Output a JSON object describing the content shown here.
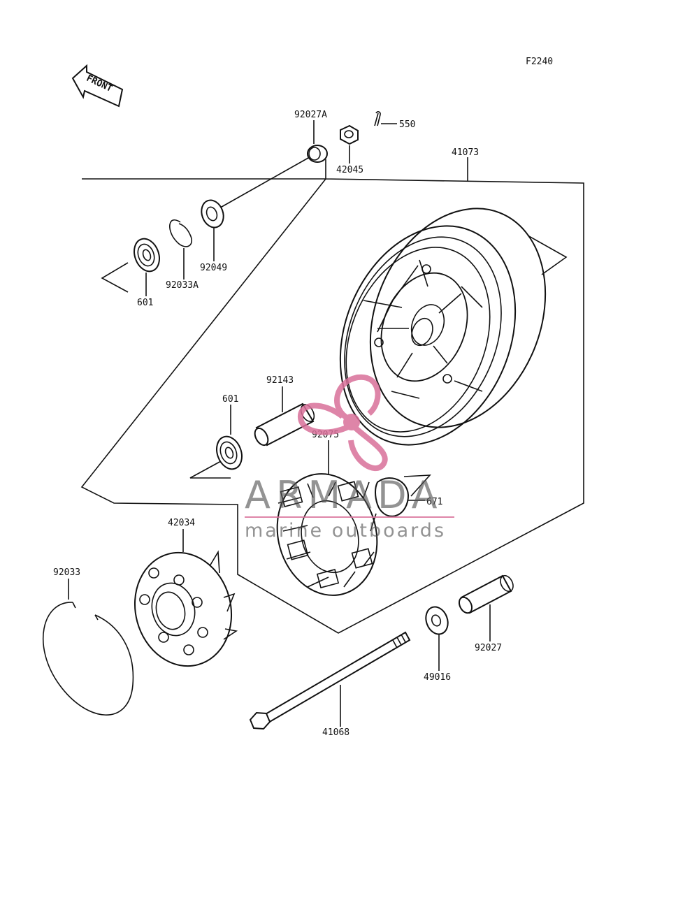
{
  "diagram": {
    "code": "F2240",
    "front_label": "FRONT",
    "parts": {
      "p92027A": "92027A",
      "p550": "550",
      "p42045": "42045",
      "p41073": "41073",
      "p92049": "92049",
      "p92033A": "92033A",
      "p601_top": "601",
      "p92143": "92143",
      "p601_mid": "601",
      "p92075": "92075",
      "p671": "671",
      "p42034": "42034",
      "p92033": "92033",
      "p49016": "49016",
      "p92027": "92027",
      "p41068": "41068"
    }
  },
  "watermark": {
    "brand": "ARMADA",
    "tagline": "marine outboards",
    "accent_color": "#d9709a"
  }
}
